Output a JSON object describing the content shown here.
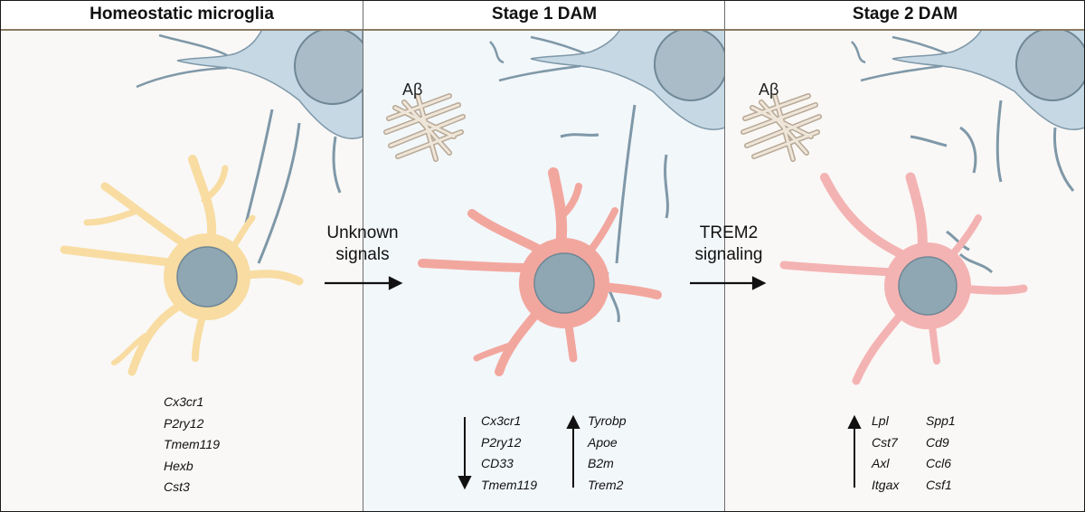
{
  "panels": [
    {
      "title": "Homeostatic microglia",
      "genes": [
        "Cx3cr1",
        "P2ry12",
        "Tmem119",
        "Hexb",
        "Cst3"
      ]
    },
    {
      "title": "Stage 1 DAM",
      "down_genes": [
        "Cx3cr1",
        "P2ry12",
        "CD33",
        "Tmem119"
      ],
      "up_genes": [
        "Tyrobp",
        "Apoe",
        "B2m",
        "Trem2"
      ],
      "amyloid_label": "Aβ"
    },
    {
      "title": "Stage 2 DAM",
      "up_genes_col1": [
        "Lpl",
        "Cst7",
        "Axl",
        "Itgax"
      ],
      "up_genes_col2": [
        "Spp1",
        "Cd9",
        "Ccl6",
        "Csf1"
      ],
      "amyloid_label": "Aβ"
    }
  ],
  "transitions": [
    {
      "line1": "Unknown",
      "line2": "signals"
    },
    {
      "line1": "TREM2",
      "line2": "signaling"
    }
  ],
  "colors": {
    "neuron": "#c5d8e4",
    "neuron_outline": "#7f98a8",
    "homeostatic_microglia": "#f8dca2",
    "dam_microglia": "#f2a79e",
    "stage2_microglia": "#f4b3b3",
    "nucleus": "#8fa7b3",
    "amyloid": "#e2d6c8"
  }
}
